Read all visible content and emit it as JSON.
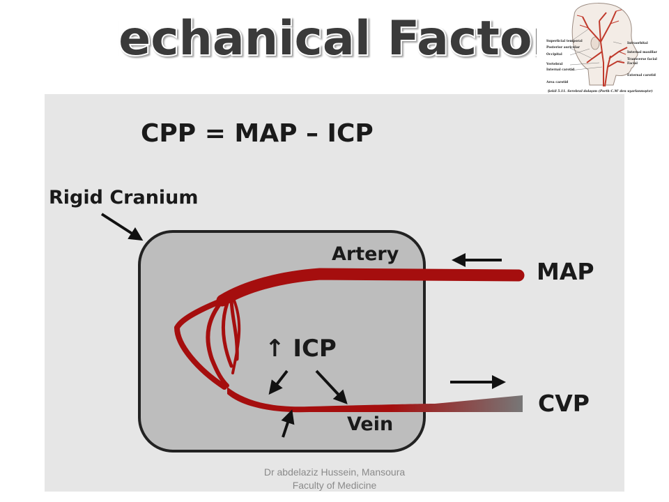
{
  "slide": {
    "title": "Mechanical Factors",
    "footer_line1": "Dr abdelaziz Hussein, Mansoura",
    "footer_line2": "Faculty of Medicine"
  },
  "head_figure": {
    "labels_left": [
      "Superficial temporal",
      "Posterior auricular",
      "Occipital",
      "Vertebral",
      "Internal carotid",
      "Area carotid"
    ],
    "labels_right": [
      "Intraorbital",
      "Internal maxillar",
      "Transverse facial",
      "Facial",
      "External carotid"
    ],
    "caption": "Şekil 5.11. Serebral dolaşım (Porth C.M' den uyarlanmıştır)"
  },
  "diagram": {
    "equation": "CPP = MAP – ICP",
    "cranium_label": "Rigid Cranium",
    "artery_label": "Artery",
    "vein_label": "Vein",
    "icp_label": "↑ ICP",
    "map_label": "MAP",
    "cvp_label": "CVP",
    "colors": {
      "vessel": "#a50e0e",
      "cranium_fill": "#bdbdbd",
      "panel": "#e6e6e6",
      "vein_end": "#777777"
    }
  }
}
